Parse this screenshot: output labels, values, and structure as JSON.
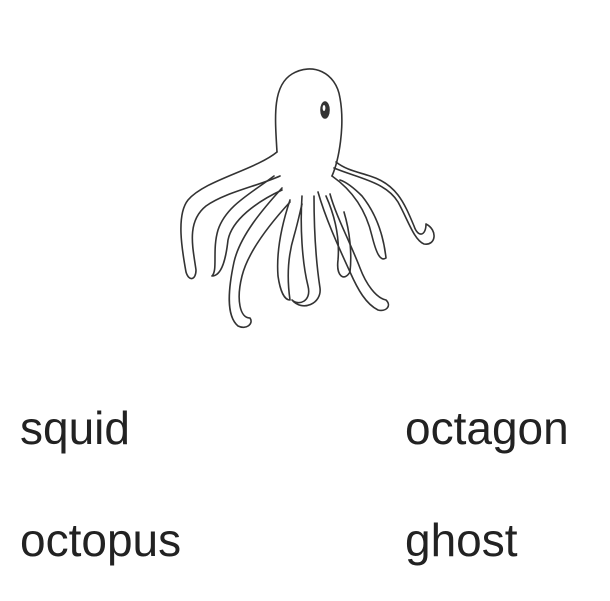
{
  "picture": {
    "icon": "octopus-drawing"
  },
  "options": [
    {
      "id": "squid",
      "label": "squid"
    },
    {
      "id": "octagon",
      "label": "octagon"
    },
    {
      "id": "octopus",
      "label": "octopus"
    },
    {
      "id": "ghost",
      "label": "ghost"
    }
  ]
}
